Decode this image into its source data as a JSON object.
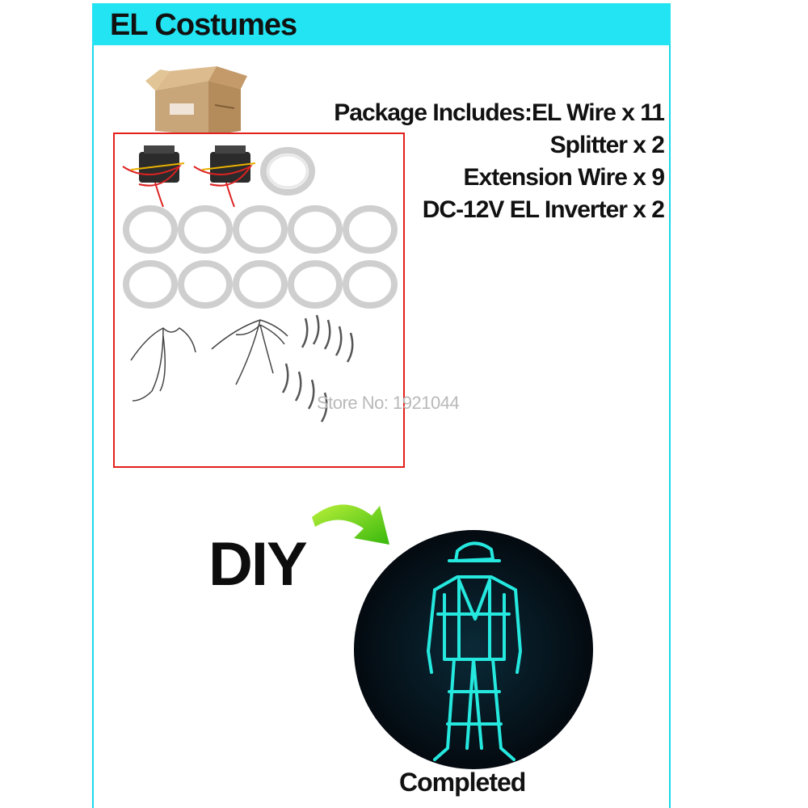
{
  "header": {
    "title": "EL Costumes"
  },
  "package": {
    "lines": [
      "Package Includes:EL Wire x 11",
      "Splitter x 2",
      "Extension Wire x 9",
      "DC-12V EL Inverter x 2"
    ]
  },
  "watermark": "Store No: 1921044",
  "diy": {
    "label": "DIY"
  },
  "result": {
    "label": "Completed"
  },
  "colors": {
    "header": "#22e4f2",
    "box_border": "#e3201b",
    "arrow": "#5fd61a",
    "glow": "#20e8e0"
  },
  "icons": [
    "cardboard-box-icon",
    "el-inverter-icon",
    "el-wire-coil-icon",
    "splitter-cable-icon",
    "extension-wire-icon",
    "curved-arrow-icon",
    "glowing-costume-figure"
  ]
}
